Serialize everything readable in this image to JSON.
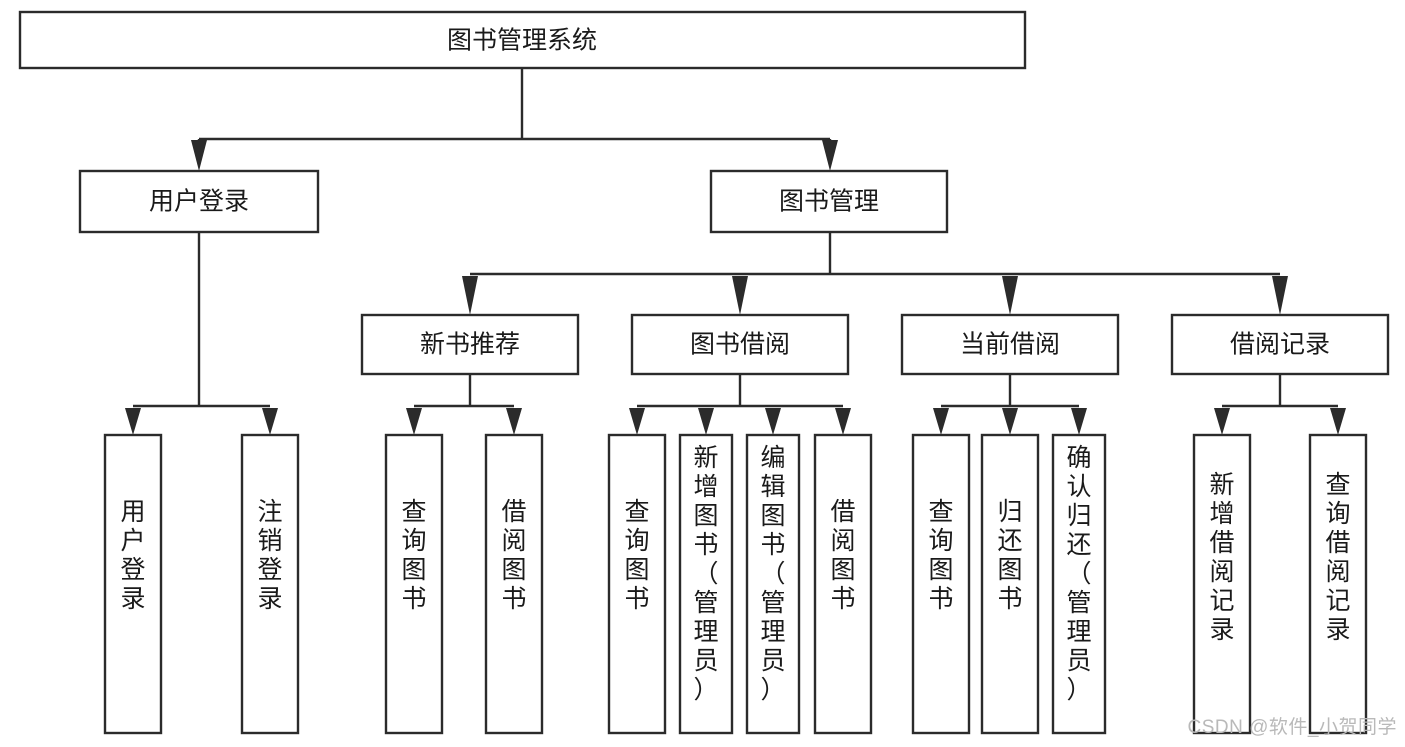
{
  "diagram": {
    "title": "图书管理系统",
    "type": "tree-hierarchy-chart",
    "root": {
      "id": "root",
      "label": "图书管理系统"
    },
    "level2": [
      {
        "id": "user-login",
        "label": "用户登录"
      },
      {
        "id": "book-manage",
        "label": "图书管理"
      }
    ],
    "level3": [
      {
        "id": "new-book-recommend",
        "label": "新书推荐"
      },
      {
        "id": "book-borrow",
        "label": "图书借阅"
      },
      {
        "id": "current-borrow",
        "label": "当前借阅"
      },
      {
        "id": "borrow-record",
        "label": "借阅记录"
      }
    ],
    "leaves": {
      "user-login": [
        {
          "id": "leaf-user-login",
          "label": "用户登录"
        },
        {
          "id": "leaf-user-logout",
          "label": "注销登录"
        }
      ],
      "new-book-recommend": [
        {
          "id": "leaf-query-book-1",
          "label": "查询图书"
        },
        {
          "id": "leaf-borrow-book-1",
          "label": "借阅图书"
        }
      ],
      "book-borrow": [
        {
          "id": "leaf-query-book-2",
          "label": "查询图书"
        },
        {
          "id": "leaf-add-book",
          "label": "新增图书（管理员）"
        },
        {
          "id": "leaf-edit-book",
          "label": "编辑图书（管理员）"
        },
        {
          "id": "leaf-borrow-book-2",
          "label": "借阅图书"
        }
      ],
      "current-borrow": [
        {
          "id": "leaf-query-book-3",
          "label": "查询图书"
        },
        {
          "id": "leaf-return-book",
          "label": "归还图书"
        },
        {
          "id": "leaf-confirm-return",
          "label": "确认归还（管理员）"
        }
      ],
      "borrow-record": [
        {
          "id": "leaf-add-record",
          "label": "新增借阅记录"
        },
        {
          "id": "leaf-query-record",
          "label": "查询借阅记录"
        }
      ]
    }
  },
  "watermark": {
    "text": "CSDN @软件_小贺同学"
  },
  "colors": {
    "stroke": "#2b2b2b",
    "box_fill": "#ffffff",
    "text": "#1a1a1a",
    "watermark": "#b9b9b9",
    "background": "#ffffff"
  }
}
